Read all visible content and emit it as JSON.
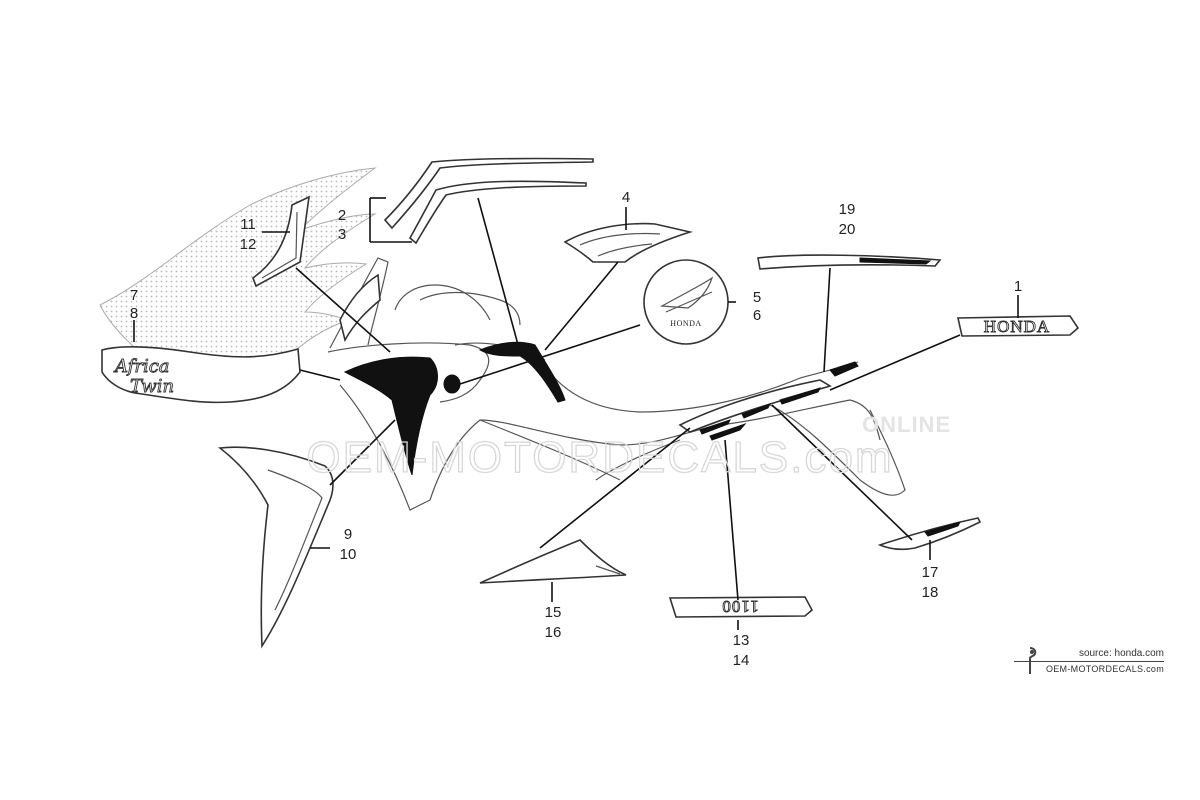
{
  "callouts": [
    {
      "id": "c1",
      "lines": [
        "1"
      ]
    },
    {
      "id": "c2",
      "lines": [
        "2",
        "3"
      ]
    },
    {
      "id": "c4",
      "lines": [
        "4"
      ]
    },
    {
      "id": "c5",
      "lines": [
        "5",
        "6"
      ]
    },
    {
      "id": "c7",
      "lines": [
        "7",
        "8"
      ]
    },
    {
      "id": "c9",
      "lines": [
        "9",
        "10"
      ]
    },
    {
      "id": "c11",
      "lines": [
        "11",
        "12"
      ]
    },
    {
      "id": "c13",
      "lines": [
        "13",
        "14"
      ]
    },
    {
      "id": "c15",
      "lines": [
        "15",
        "16"
      ]
    },
    {
      "id": "c17",
      "lines": [
        "17",
        "18"
      ]
    },
    {
      "id": "c19",
      "lines": [
        "19",
        "20"
      ]
    }
  ],
  "decals": {
    "honda_wordmark": "HONDA",
    "honda_wing_badge_text": "HONDA",
    "model_number": "1100",
    "script_top": "Africa",
    "script_bottom": "Twin"
  },
  "watermark": {
    "main": "OEM-MOTORDECALS.com",
    "small": "ONLINE"
  },
  "footer": {
    "source": "source: honda.com",
    "site": "OEM-MOTORDECALS.com"
  },
  "colors": {
    "line": "#333333",
    "fill_black": "#111111",
    "watermark": "#d8d8d8"
  }
}
